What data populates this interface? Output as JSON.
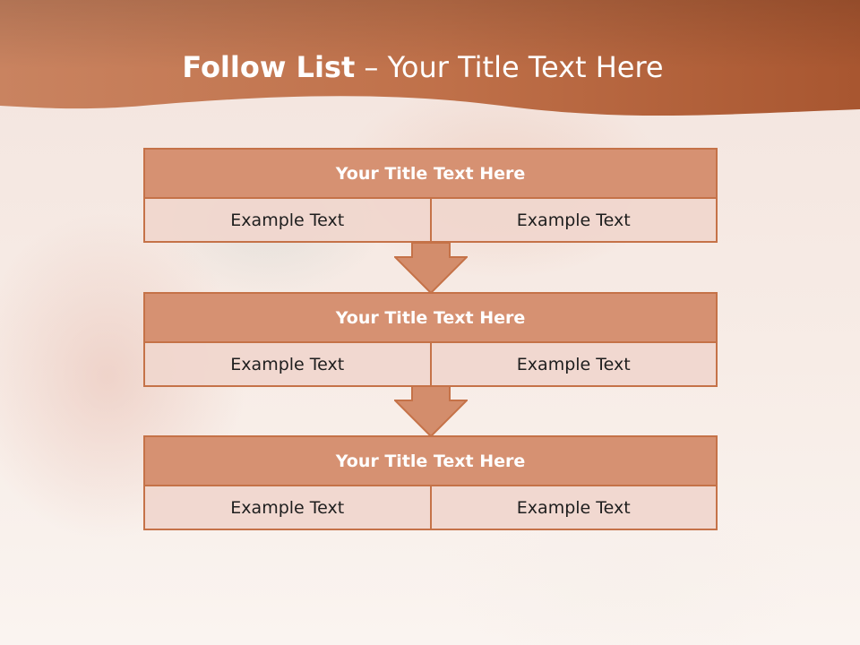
{
  "slide": {
    "title_bold": "Follow List",
    "title_rest": " – Your Title Text Here"
  },
  "flow": [
    {
      "title": "Your Title Text Here",
      "cells": [
        "Example Text",
        "Example Text"
      ]
    },
    {
      "title": "Your Title Text Here",
      "cells": [
        "Example Text",
        "Example Text"
      ]
    },
    {
      "title": "Your Title Text Here",
      "cells": [
        "Example Text",
        "Example Text"
      ]
    }
  ],
  "colors": {
    "header": "#b9643c",
    "block_title": "#d69172",
    "block_border": "#c57248",
    "block_cell": "#f0d6ce"
  }
}
